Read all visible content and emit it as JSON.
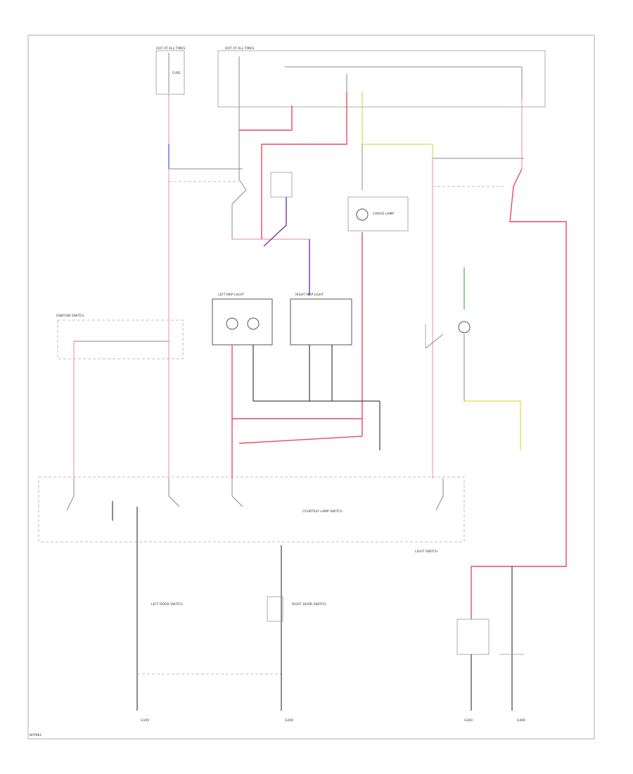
{
  "labels": {
    "hot_at_all_times_1": "HOT AT ALL TIMES",
    "hot_at_all_times_2": "HOT AT ALL TIMES",
    "fuse_label": "FUSE",
    "left_map_light": "LEFT MAP LIGHT",
    "right_map_light": "RIGHT MAP LIGHT",
    "cargo_lamp": "CARGO LAMP",
    "courtesy_lamp_switch": "COURTESY LAMP SWITCH",
    "ignition_switch": "IGNITION SWITCH",
    "light_switch": "LIGHT SWITCH",
    "door_switch_left": "LEFT DOOR SWITCH",
    "door_switch_right": "RIGHT DOOR SWITCH",
    "ground_1": "G100",
    "ground_2": "G200",
    "ground_3": "G300",
    "ground_4": "G400",
    "footer_code": "NFP061"
  },
  "colors": {
    "wire_black": "#1a1a1a",
    "wire_red": "#e84a5f",
    "wire_yellow": "#d9d94a",
    "wire_green": "#4caf50",
    "wire_blue": "#4a63e8",
    "wire_purple": "#7e3fb0"
  }
}
